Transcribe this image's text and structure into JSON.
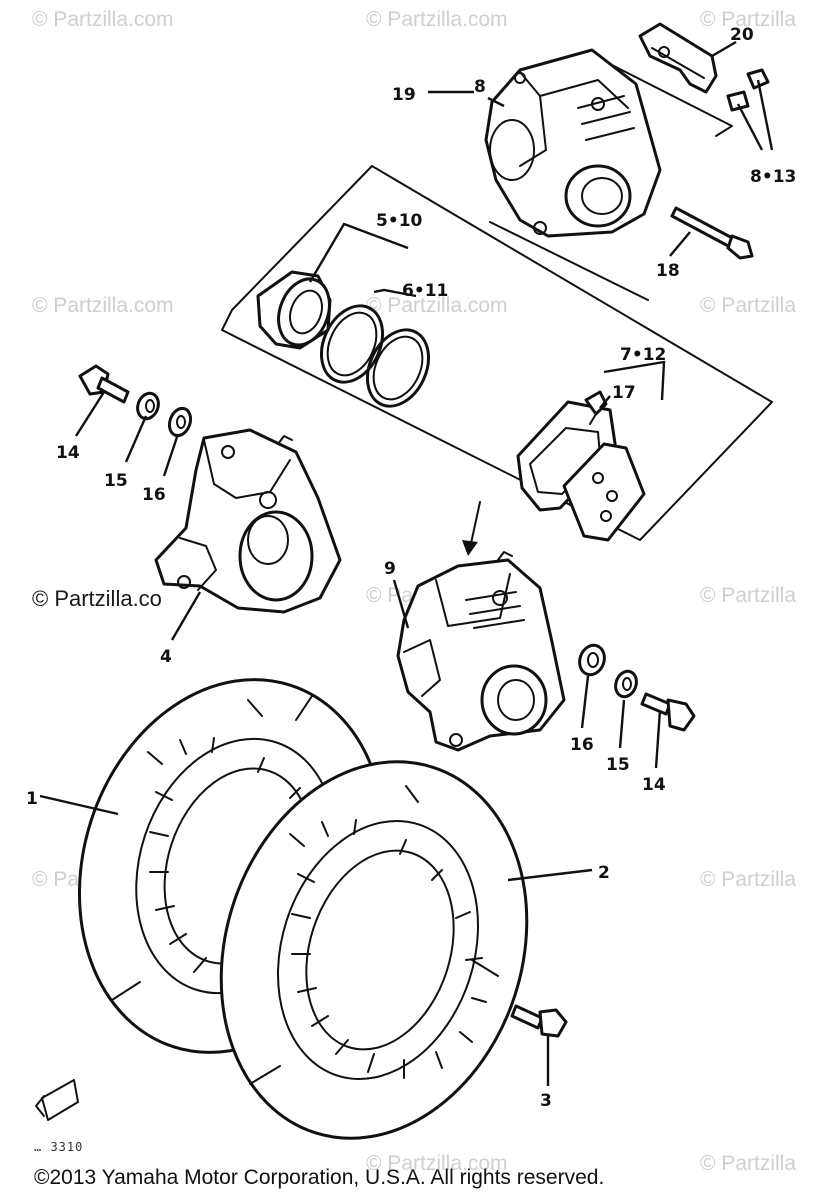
{
  "watermark": {
    "text": "© Partzilla.com",
    "text_cut": "© Partzilla",
    "text_fragment": "© Partzilla.co"
  },
  "drawing_code": "… 3310",
  "copyright": "©2013  Yamaha Motor Corporation, U.S.A. All rights reserved.",
  "callouts": {
    "c1": "1",
    "c2": "2",
    "c3": "3",
    "c4": "4",
    "c9": "9",
    "c14a": "14",
    "c15a": "15",
    "c16a": "16",
    "c14b": "14",
    "c15b": "15",
    "c16b": "16",
    "c18": "18",
    "c19": "19",
    "c8": "8",
    "c20": "20",
    "c813": "8•13",
    "c510": "5•10",
    "c611": "6•11",
    "c712": "7•12",
    "c17": "17"
  },
  "colors": {
    "ink": "#111111",
    "watermark": "#cfcfcf",
    "background": "#ffffff"
  }
}
